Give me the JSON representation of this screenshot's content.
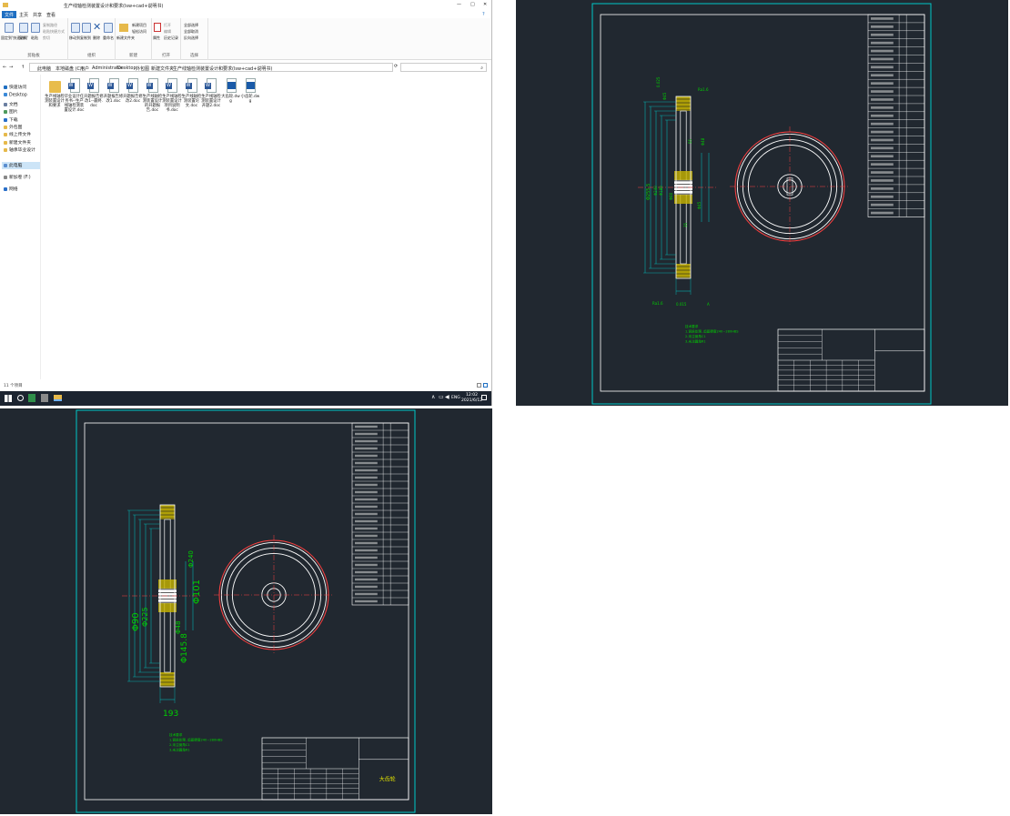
{
  "explorer": {
    "title": "生产线轴检测装置设计和要求(lsw+cad+说明书)",
    "ribbon_tabs": [
      "文件",
      "主页",
      "共享",
      "查看"
    ],
    "ribbon_groups": [
      {
        "label": "剪贴板",
        "items": [
          "固定到'快速访问'",
          "复制",
          "粘贴",
          "复制路径",
          "粘贴快捷方式",
          "剪切"
        ]
      },
      {
        "label": "组织",
        "items": [
          "移动到",
          "复制到",
          "删除",
          "重命名"
        ]
      },
      {
        "label": "新建",
        "items": [
          "新建文件夹",
          "新建项目",
          "轻松访问"
        ]
      },
      {
        "label": "打开",
        "items": [
          "属性",
          "打开",
          "编辑",
          "历史记录"
        ]
      },
      {
        "label": "选择",
        "items": [
          "全部选择",
          "全部取消",
          "反向选择"
        ]
      }
    ],
    "breadcrumb": [
      "此电脑",
      "本地磁盘 (C:)",
      "用户",
      "Administrator",
      "Desktop",
      "外包图",
      "新建文件夹",
      "生产线轴检测装置设计和要求(lsw+cad+说明书)"
    ],
    "search_placeholder": "",
    "nav_items": [
      "快速访问",
      "Desktop",
      "文档",
      "图片",
      "下载",
      "外包图",
      "线上传文件",
      "新建文件夹",
      "轴承毕业设计",
      "此电脑",
      "新加卷 (F:)",
      "网络"
    ],
    "files": [
      {
        "name": "生产线轴检测装置设计和要求",
        "type": "folder"
      },
      {
        "name": "毕业设计任务书--生产线轴检测装置设计.doc",
        "type": "doc"
      },
      {
        "name": "开题报告修改1--最终.doc",
        "type": "doc"
      },
      {
        "name": "开题报告修改1.doc",
        "type": "doc"
      },
      {
        "name": "开题报告修改2.doc",
        "type": "doc"
      },
      {
        "name": "生产线轴检测装置设计的开题报告.doc",
        "type": "doc"
      },
      {
        "name": "生产线轴检测装置设计项目说明书.doc",
        "type": "doc"
      },
      {
        "name": "生产线轴检测装置论文.doc",
        "type": "doc"
      },
      {
        "name": "生产线轴检测装置设计开题2.doc",
        "type": "doc"
      },
      {
        "name": "大齿轮.dwg",
        "type": "dwg"
      },
      {
        "name": "小齿轮.dwg",
        "type": "dwg"
      }
    ],
    "status": "11 个项目"
  },
  "taskbar": {
    "lang": "ENG",
    "time": "12:02",
    "date": "2021/6/12"
  },
  "drawing_top": {
    "dims": [
      "0.025",
      "Φ45",
      "Ra1.6",
      "Φ48",
      "Φ255.5",
      "Φ240",
      "Φ180",
      "Φ80",
      "Φ45",
      "55",
      "35",
      "Ra1.6",
      "0.015",
      "A"
    ],
    "notes": [
      "技术要求",
      "1.调质处理, 齿面硬度240~280HBS",
      "2.未注倒角C1",
      "3.未注圆角R1"
    ]
  },
  "drawing_bottom": {
    "dims": [
      "Φ90",
      "Φ225",
      "Φ101",
      "Φ145.8",
      "Φ48",
      "Φ240",
      "193"
    ],
    "notes": [
      "技术要求",
      "1.调质处理, 齿面硬度240~280HBS",
      "2.未注倒角C1",
      "3.未注圆角R1"
    ],
    "title_block_name": "大齿轮"
  },
  "colors": {
    "cad_bg": "#212830",
    "cad_frame": "#00c8c8",
    "cad_line": "#ffffff",
    "cad_gear_red": "#ff4040",
    "cad_dim_green": "#00d000",
    "cad_hatch_yellow": "#c8b400",
    "accent": "#1f6fc2"
  }
}
